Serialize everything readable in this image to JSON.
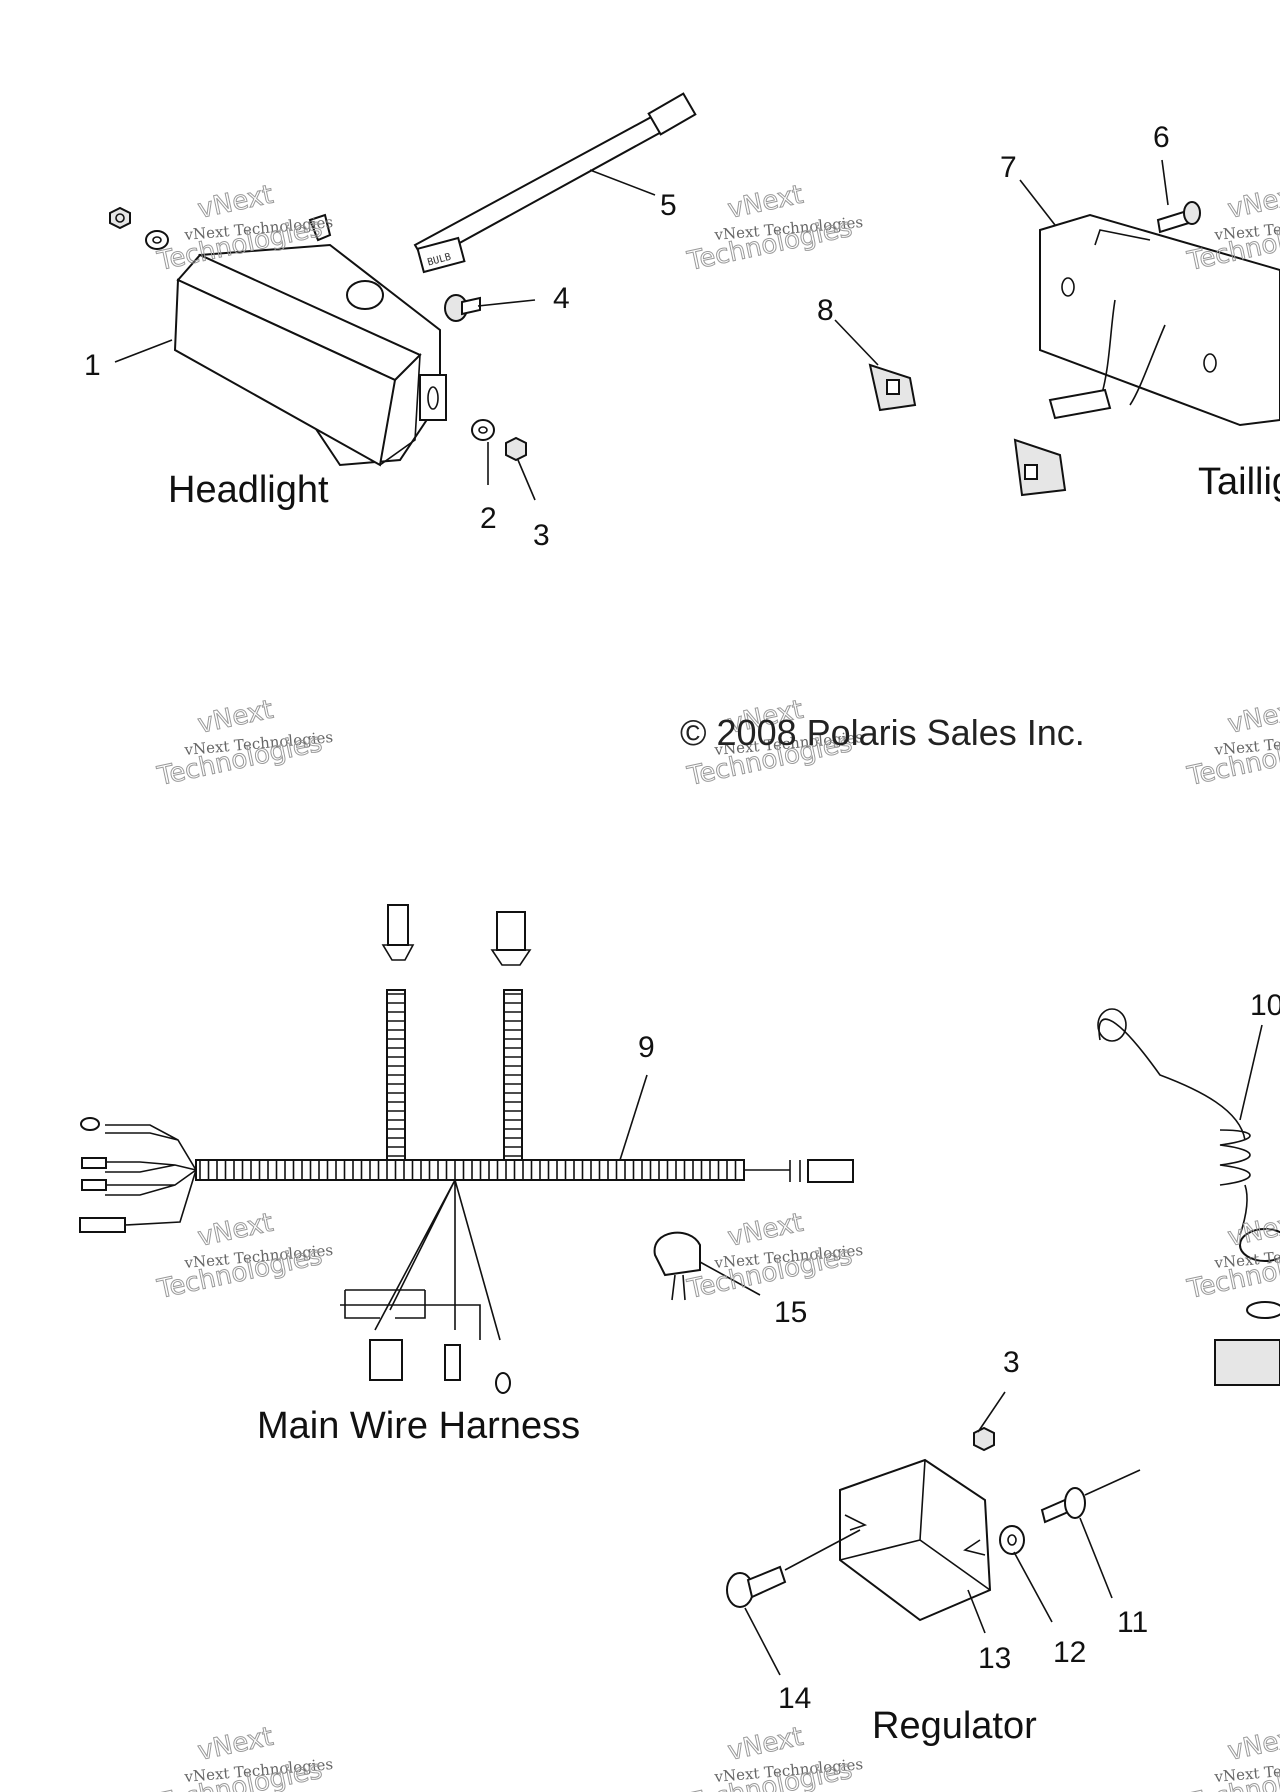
{
  "diagram": {
    "copyright": "© 2008 Polaris Sales Inc.",
    "sections": {
      "headlight": "Headlight",
      "taillight": "Taillight",
      "harness": "Main Wire Harness",
      "regulator": "Regulator"
    },
    "callouts": {
      "c1": "1",
      "c2": "2",
      "c3a": "3",
      "c3b": "3",
      "c4": "4",
      "c5": "5",
      "c6": "6",
      "c7": "7",
      "c8": "8",
      "c9": "9",
      "c10": "10",
      "c11": "11",
      "c12": "12",
      "c13": "13",
      "c14": "14",
      "c15": "15"
    },
    "bulb_label": "BULB",
    "watermark": {
      "line1": "vNext Technologies",
      "outline": "Technologies",
      "top": "vNext"
    }
  },
  "colors": {
    "line": "#111111",
    "watermark": "#9a9a9a",
    "background": "#ffffff"
  }
}
